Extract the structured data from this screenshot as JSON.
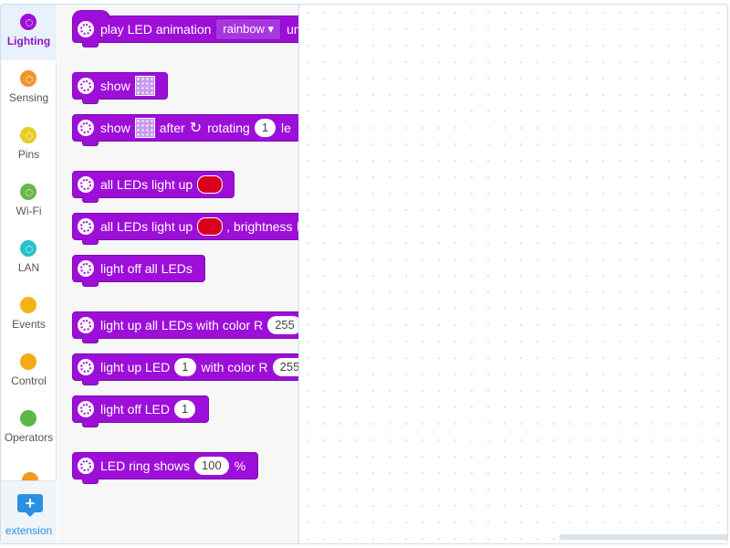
{
  "categories": [
    {
      "label": "Lighting",
      "color": "#9d0fd9",
      "active": true
    },
    {
      "label": "Sensing",
      "color": "#f1962b"
    },
    {
      "label": "Pins",
      "color": "#e9cb28"
    },
    {
      "label": "Wi-Fi",
      "color": "#6ab649"
    },
    {
      "label": "LAN",
      "color": "#26c2c9"
    },
    {
      "label": "Events",
      "color": "#f4b418"
    },
    {
      "label": "Control",
      "color": "#f4aa18"
    },
    {
      "label": "Operators",
      "color": "#5cb848"
    }
  ],
  "extension": {
    "label": "extension",
    "icon": "+"
  },
  "blocks": {
    "b1": {
      "t1": "play LED animation",
      "dd": "rainbow ▾",
      "t2": "un"
    },
    "b2": {
      "t1": "show"
    },
    "b3": {
      "t1": "show",
      "t2": "after",
      "t3": "rotating",
      "v1": "1",
      "t4": "le"
    },
    "b4": {
      "t1": "all LEDs light up"
    },
    "b5": {
      "t1": "all LEDs light up",
      "t2": ", brightness"
    },
    "b6": {
      "t1": "light off all LEDs"
    },
    "b7": {
      "t1": "light up all LEDs with color R",
      "v1": "255"
    },
    "b8": {
      "t1": "light up LED",
      "v1": "1",
      "t2": "with color R",
      "v2": "255"
    },
    "b9": {
      "t1": "light off LED",
      "v1": "1"
    },
    "b10": {
      "t1": "LED ring shows",
      "v1": "100",
      "t2": "%"
    }
  }
}
